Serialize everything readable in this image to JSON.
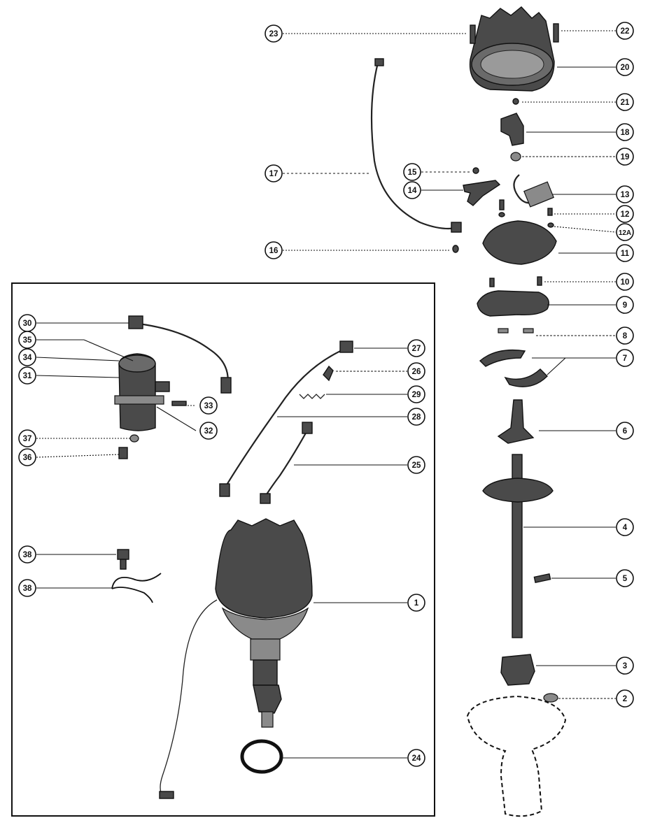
{
  "callouts": [
    {
      "id": "c23",
      "label": "23"
    },
    {
      "id": "c22",
      "label": "22"
    },
    {
      "id": "c20",
      "label": "20"
    },
    {
      "id": "c21",
      "label": "21"
    },
    {
      "id": "c18",
      "label": "18"
    },
    {
      "id": "c19",
      "label": "19"
    },
    {
      "id": "c17",
      "label": "17"
    },
    {
      "id": "c15",
      "label": "15"
    },
    {
      "id": "c14",
      "label": "14"
    },
    {
      "id": "c13",
      "label": "13"
    },
    {
      "id": "c12",
      "label": "12"
    },
    {
      "id": "c12a",
      "label": "12A"
    },
    {
      "id": "c16",
      "label": "16"
    },
    {
      "id": "c11",
      "label": "11"
    },
    {
      "id": "c10",
      "label": "10"
    },
    {
      "id": "c9",
      "label": "9"
    },
    {
      "id": "c8",
      "label": "8"
    },
    {
      "id": "c7",
      "label": "7"
    },
    {
      "id": "c30",
      "label": "30"
    },
    {
      "id": "c35",
      "label": "35"
    },
    {
      "id": "c34",
      "label": "34"
    },
    {
      "id": "c31",
      "label": "31"
    },
    {
      "id": "c27",
      "label": "27"
    },
    {
      "id": "c26",
      "label": "26"
    },
    {
      "id": "c29",
      "label": "29"
    },
    {
      "id": "c33",
      "label": "33"
    },
    {
      "id": "c28",
      "label": "28"
    },
    {
      "id": "c32",
      "label": "32"
    },
    {
      "id": "c6",
      "label": "6"
    },
    {
      "id": "c37",
      "label": "37"
    },
    {
      "id": "c36",
      "label": "36"
    },
    {
      "id": "c25",
      "label": "25"
    },
    {
      "id": "c4",
      "label": "4"
    },
    {
      "id": "c38a",
      "label": "38"
    },
    {
      "id": "c5",
      "label": "5"
    },
    {
      "id": "c38b",
      "label": "38"
    },
    {
      "id": "c1",
      "label": "1"
    },
    {
      "id": "c3",
      "label": "3"
    },
    {
      "id": "c2",
      "label": "2"
    },
    {
      "id": "c24",
      "label": "24"
    }
  ]
}
